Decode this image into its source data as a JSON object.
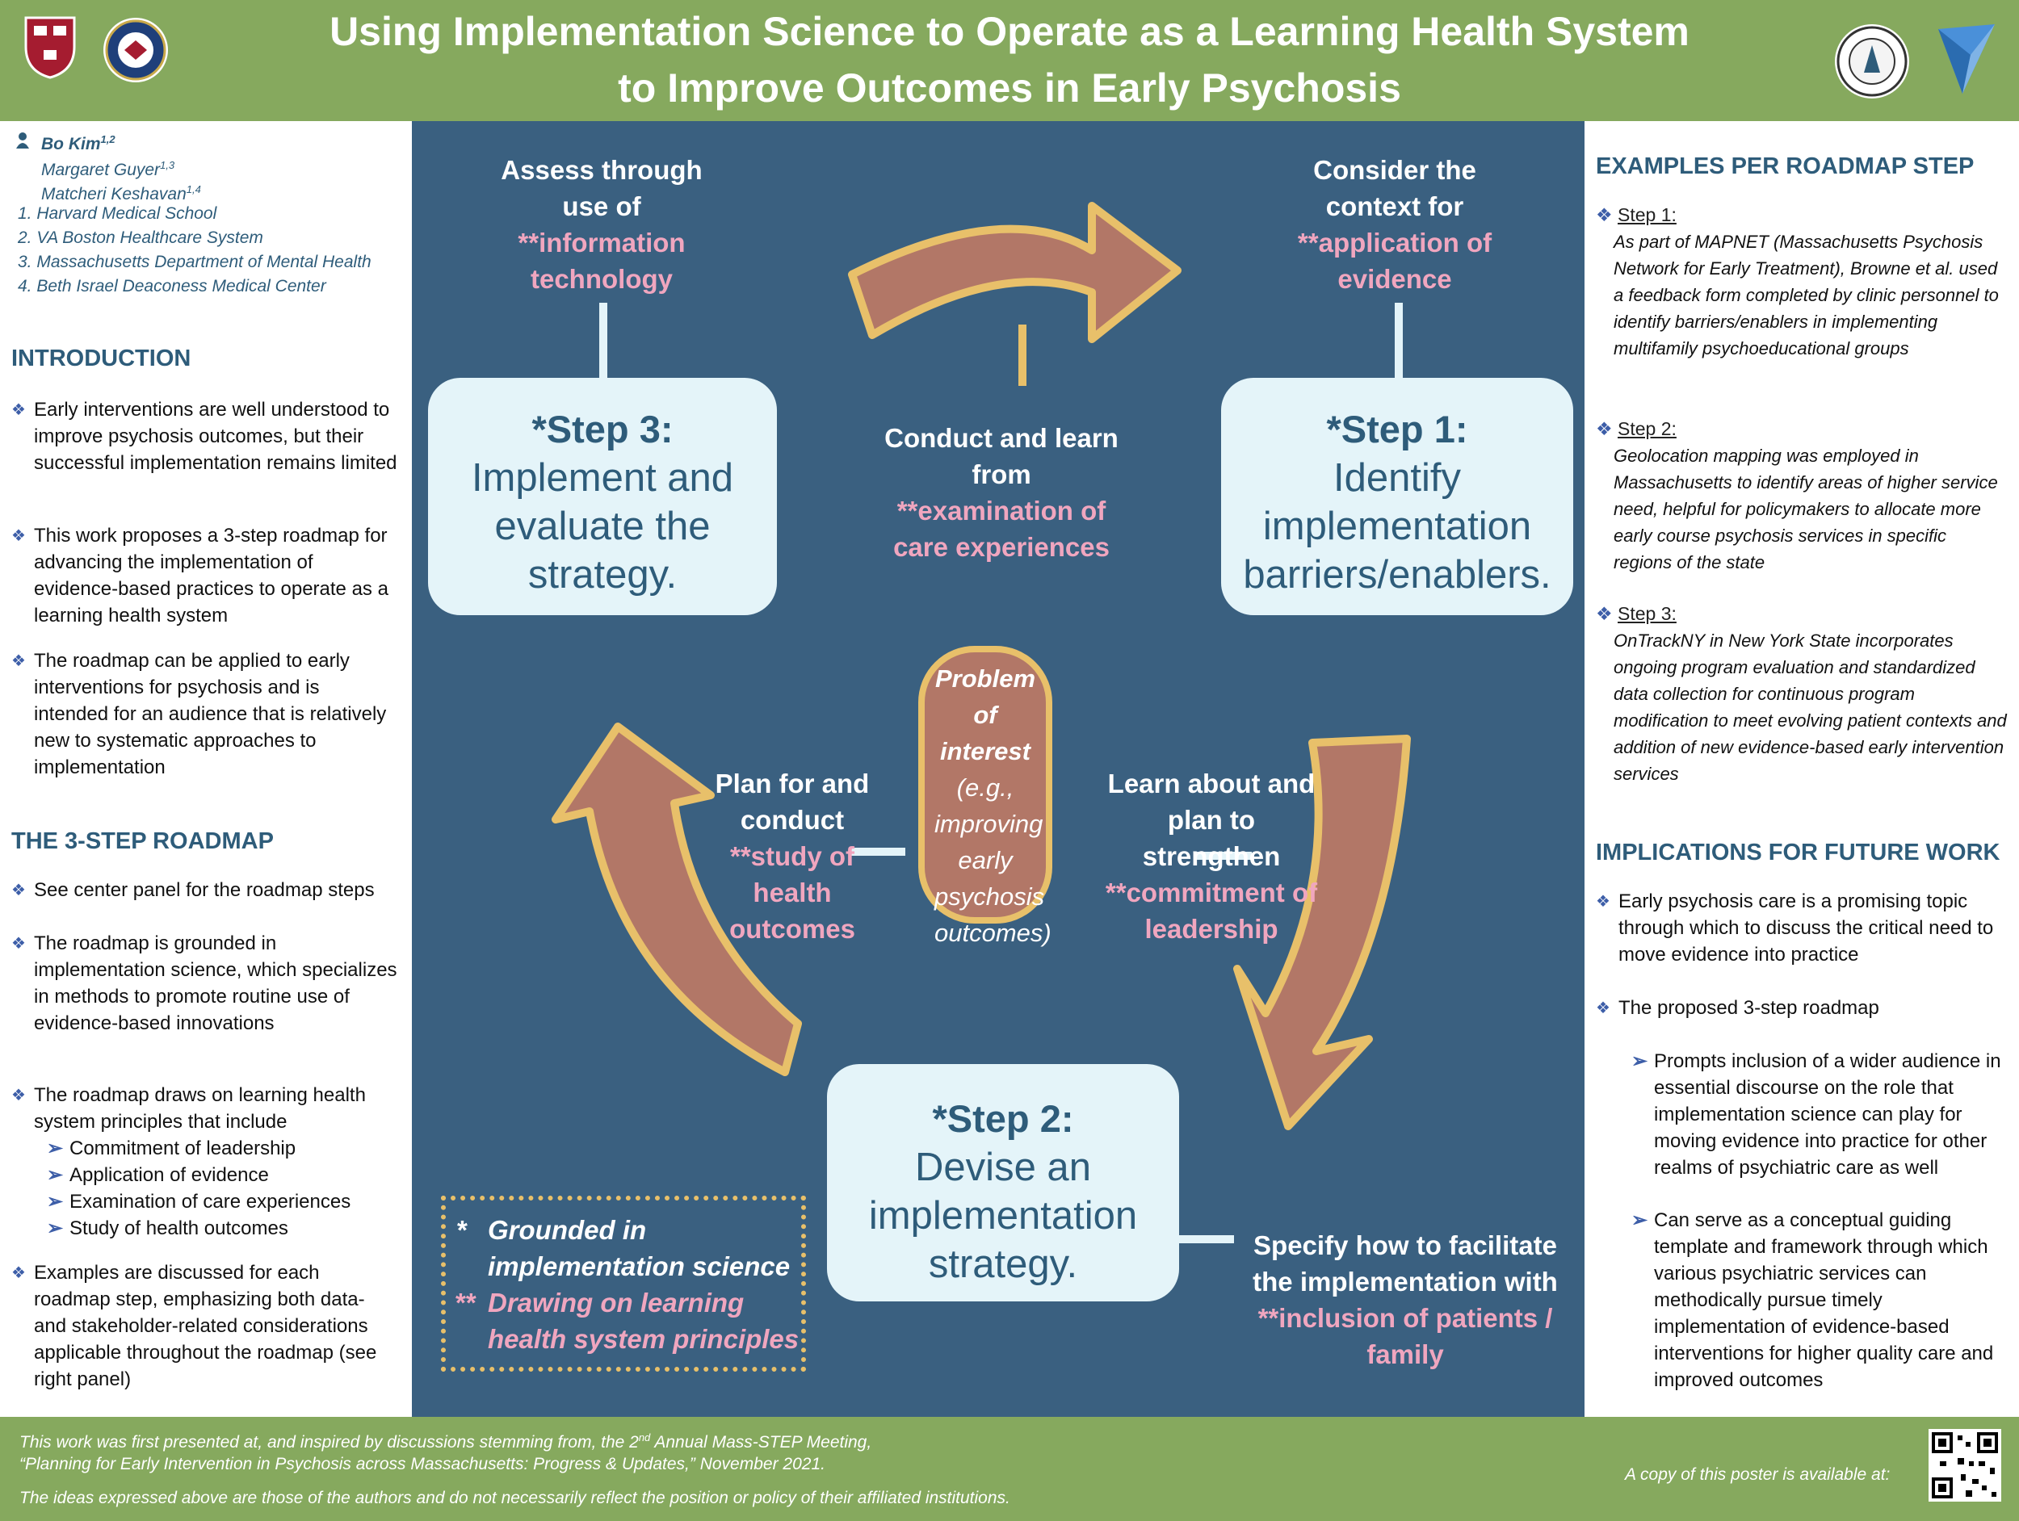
{
  "header": {
    "title_line1": "Using Implementation Science to Operate as a Learning Health System",
    "title_line2": "to Improve Outcomes in Early Psychosis",
    "colors": {
      "green": "#86a95e",
      "navy": "#3a6080",
      "box": "#e4f4f9",
      "arrow": "#b27767",
      "arrow_border": "#e8c06a",
      "pink": "#f0a6bf"
    }
  },
  "authors": {
    "names": [
      {
        "name": "Bo Kim",
        "sup": "1,2"
      },
      {
        "name": "Margaret Guyer",
        "sup": "1,3"
      },
      {
        "name": "Matcheri Keshavan",
        "sup": "1,4"
      }
    ],
    "affiliations": [
      "1. Harvard Medical School",
      "2. VA Boston Healthcare System",
      "3. Massachusetts Department of Mental Health",
      "4. Beth Israel Deaconess Medical Center"
    ]
  },
  "introduction": {
    "heading": "INTRODUCTION",
    "bullets": [
      "Early interventions are well understood to improve psychosis outcomes, but their successful implementation remains limited",
      "This work proposes a 3-step roadmap for advancing the implementation of evidence-based practices to operate as a learning health system",
      "The roadmap can be applied to early interventions for psychosis and is intended for an audience that is relatively new to systematic approaches to implementation"
    ]
  },
  "roadmap": {
    "heading": "THE 3-STEP ROADMAP",
    "bullet1": "See center panel for the roadmap steps",
    "bullet2": "The roadmap is grounded in implementation science, which specializes in methods to promote routine use of evidence-based innovations",
    "bullet3": "The roadmap draws on learning health system principles that include",
    "principles": [
      "Commitment of leadership",
      "Application of evidence",
      "Examination of care experiences",
      "Study of health outcomes"
    ],
    "bullet4": "Examples are discussed for each roadmap step, emphasizing both data- and stakeholder-related considerations applicable throughout the roadmap (see right panel)"
  },
  "center": {
    "assess": {
      "white": "Assess through use of",
      "pink": "**information technology"
    },
    "consider": {
      "white": "Consider the context for",
      "pink": "**application of evidence"
    },
    "conduct": {
      "white": "Conduct and learn from",
      "pink": "**examination of care experiences"
    },
    "plan": {
      "white": "Plan for and conduct",
      "pink": "**study of health outcomes"
    },
    "learn": {
      "white": "Learn about and plan to strengthen",
      "pink": "**commitment of leadership"
    },
    "specify": {
      "white": "Specify how to facilitate the implementation with",
      "pink": "**inclusion of patients / family"
    },
    "step1": {
      "head": "*Step 1:",
      "body": "Identify implementation barriers/enablers."
    },
    "step2": {
      "head": "*Step 2:",
      "body": "Devise an implementation strategy."
    },
    "step3": {
      "head": "*Step 3:",
      "body": "Implement and evaluate the strategy."
    },
    "problem": {
      "bold": "Problem of interest",
      "italic": "(e.g., improving early psychosis outcomes)"
    },
    "legend": {
      "star1": "*",
      "line1": "Grounded in implementation science",
      "star2": "**",
      "line2": "Drawing on learning health system principles"
    }
  },
  "examples": {
    "heading": "EXAMPLES PER ROADMAP STEP",
    "items": [
      {
        "label": "Step 1:",
        "text": "As part of MAPNET (Massachusetts Psychosis Network for Early Treatment), Browne et al. used a feedback form completed by clinic personnel to identify barriers/enablers in implementing multifamily psychoeducational groups"
      },
      {
        "label": "Step 2:",
        "text": "Geolocation mapping was employed in Massachusetts to identify areas of higher service need, helpful for policymakers to allocate more early course psychosis services in specific regions of the state"
      },
      {
        "label": "Step 3:",
        "text": "OnTrackNY in New York State incorporates ongoing program evaluation and standardized data collection for continuous program modification to meet evolving patient contexts and addition of new evidence-based early intervention services"
      }
    ]
  },
  "implications": {
    "heading": "IMPLICATIONS FOR FUTURE WORK",
    "bullet1": "Early psychosis care is a promising topic through which to discuss the critical need to move evidence into practice",
    "bullet2": "The proposed 3-step roadmap",
    "sub1": "Prompts inclusion of a wider audience in essential discourse on the role that implementation science can play for moving evidence into practice for other realms of psychiatric care as well",
    "sub2": "Can serve as a conceptual guiding template and framework through which various psychiatric services can methodically pursue timely implementation of evidence-based interventions for higher quality care and improved outcomes"
  },
  "footer": {
    "line1_pre": "This work was first presented at, and inspired by discussions stemming from, the 2",
    "line1_sup": "nd",
    "line1_post": " Annual Mass-STEP Meeting,",
    "line2": "“Planning for Early Intervention in Psychosis across Massachusetts: Progress & Updates,” November 2021.",
    "line3": "The ideas expressed above are those of the authors and do not necessarily reflect the position or policy of their affiliated institutions.",
    "copy": "A copy of this poster is available at:"
  }
}
